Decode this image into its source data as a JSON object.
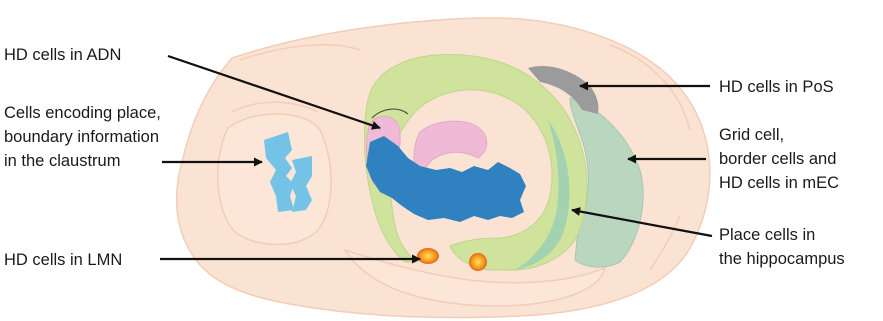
{
  "labels": {
    "adn": "HD cells in ADN",
    "claustrum": [
      "Cells encoding place,",
      "boundary information",
      "in the claustrum"
    ],
    "lmn": "HD cells in LMN",
    "pos": "HD cells in PoS",
    "mec": [
      "Grid cell,",
      "border cells and",
      "HD cells in mEC"
    ],
    "hippocampus": [
      "Place cells in",
      "the hippocampus"
    ]
  },
  "colors": {
    "brain": "#fbe3d4",
    "brain_outline": "#f2cdb8",
    "hippocampus": "#cfe39c",
    "adn": "#efbad6",
    "ventricle_blue": "#2f82bf",
    "claustrum": "#74c3e6",
    "mec": "#b9d6bf",
    "pos": "#9b9b9b",
    "lmn": "#f08a1c",
    "arrow": "#111111"
  }
}
